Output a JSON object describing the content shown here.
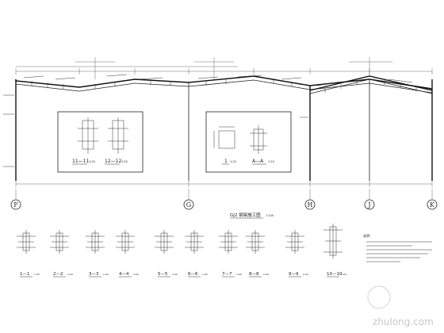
{
  "axes": [
    "F",
    "G",
    "H",
    "J",
    "K"
  ],
  "plan_title": "GJ2 钢架施工图",
  "plan_scale": "1:100",
  "detail_sections": [
    {
      "label": "11—11",
      "scale": "1:20"
    },
    {
      "label": "12—12",
      "scale": "1:20"
    },
    {
      "label": "1",
      "scale": "1:20"
    },
    {
      "label": "A—A",
      "scale": "1:20"
    }
  ],
  "bottom_sections": [
    {
      "label": "1—1",
      "scale": "1:20"
    },
    {
      "label": "2—2",
      "scale": "1:20"
    },
    {
      "label": "3—3",
      "scale": "1:20"
    },
    {
      "label": "4—4",
      "scale": "1:20"
    },
    {
      "label": "5—5",
      "scale": "1:20"
    },
    {
      "label": "6—6",
      "scale": "1:20"
    },
    {
      "label": "7—7",
      "scale": "1:20"
    },
    {
      "label": "8—8",
      "scale": "1:20"
    },
    {
      "label": "9—9",
      "scale": "1:20"
    },
    {
      "label": "10—10",
      "scale": "1:20"
    }
  ],
  "notes_title": "说明：",
  "watermark": "zhulong.com"
}
